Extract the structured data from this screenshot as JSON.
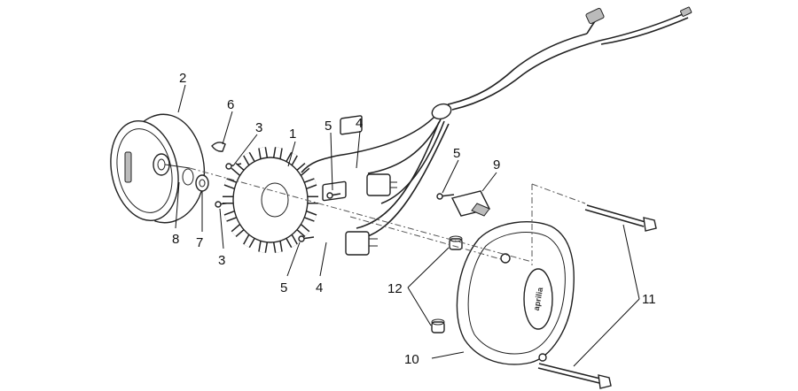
{
  "callouts": {
    "c1": "1",
    "c2": "2",
    "c3_top": "3",
    "c3_bottom": "3",
    "c4_top": "4",
    "c4_bottom": "4",
    "c5_top": "5",
    "c5_mid": "5",
    "c5_bottom": "5",
    "c6": "6",
    "c7": "7",
    "c8": "8",
    "c9": "9",
    "c10": "10",
    "c11": "11",
    "c12": "12"
  },
  "cover_logo": "aprilia"
}
